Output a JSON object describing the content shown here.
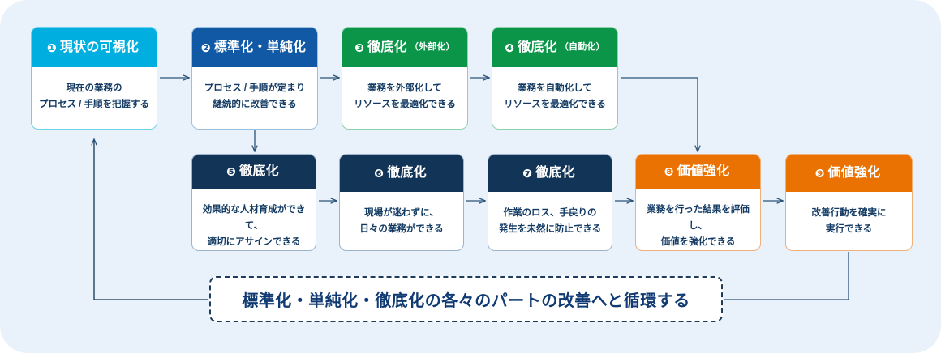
{
  "diagram": {
    "background_color": "#e9f1fa",
    "palette": {
      "cyan": "#00aee0",
      "blue": "#1159a5",
      "green": "#0a9549",
      "navy": "#123457",
      "orange": "#ea7203",
      "connector": "#2d5478",
      "text_navy": "#123a63"
    },
    "nodes": [
      {
        "id": "node1",
        "number": "❶",
        "title": "現状の可視化",
        "subtitle": "",
        "body": "現在の業務の\nプロセス / 手順を把握する",
        "header_color": "#00aee0"
      },
      {
        "id": "node2",
        "number": "❷",
        "title": "標準化・単純化",
        "subtitle": "",
        "body": "プロセス / 手順が定まり\n継続的に改善できる",
        "header_color": "#1159a5"
      },
      {
        "id": "node3",
        "number": "❸",
        "title": "徹底化",
        "subtitle": "（外部化）",
        "body": "業務を外部化して\nリソースを最適化できる",
        "header_color": "#0a9549"
      },
      {
        "id": "node4",
        "number": "❹",
        "title": "徹底化",
        "subtitle": "（自動化）",
        "body": "業務を自動化して\nリソースを最適化できる",
        "header_color": "#0a9549"
      },
      {
        "id": "node5",
        "number": "❺",
        "title": "徹底化",
        "subtitle": "",
        "body": "効果的な人材育成ができて、\n適切にアサインできる",
        "header_color": "#123457"
      },
      {
        "id": "node6",
        "number": "❻",
        "title": "徹底化",
        "subtitle": "",
        "body": "現場が迷わずに、\n日々の業務ができる",
        "header_color": "#123457"
      },
      {
        "id": "node7",
        "number": "❼",
        "title": "徹底化",
        "subtitle": "",
        "body": "作業のロス、手戻りの\n発生を未然に防止できる",
        "header_color": "#123457"
      },
      {
        "id": "node8",
        "number": "❽",
        "title": "価値強化",
        "subtitle": "",
        "body": "業務を行った結果を評価し、\n価値を強化できる",
        "header_color": "#ea7203"
      },
      {
        "id": "node9",
        "number": "❾",
        "title": "価値強化",
        "subtitle": "",
        "body": "改善行動を確実に\n実行できる",
        "header_color": "#ea7203"
      }
    ],
    "banner": {
      "text": "標準化・単純化・徹底化の各々のパートの改善へと循環する"
    },
    "connectors": [
      {
        "name": "node1-to-node2",
        "type": "arrow-right"
      },
      {
        "name": "node2-to-node3",
        "type": "arrow-right"
      },
      {
        "name": "node3-to-node4",
        "type": "arrow-right"
      },
      {
        "name": "node2-to-node5",
        "type": "arrow-down"
      },
      {
        "name": "node4-to-node8",
        "type": "elbow-right-down"
      },
      {
        "name": "node5-to-node6",
        "type": "arrow-right"
      },
      {
        "name": "node6-to-node7",
        "type": "arrow-right"
      },
      {
        "name": "node7-to-node8",
        "type": "arrow-right"
      },
      {
        "name": "node8-to-node9",
        "type": "arrow-right"
      },
      {
        "name": "node9-to-banner",
        "type": "elbow-down-left"
      },
      {
        "name": "banner-to-node1",
        "type": "elbow-left-up-arrow"
      }
    ]
  }
}
